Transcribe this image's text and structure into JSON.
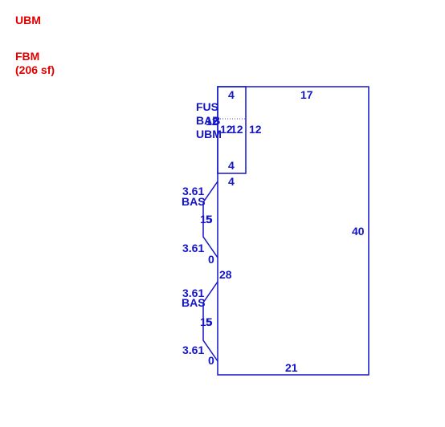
{
  "legend": {
    "ubm": "UBM",
    "fbm": "FBM",
    "fbm_area": "(206 sf)"
  },
  "colors": {
    "legend": "#e00000",
    "drawing": "#1515c8"
  },
  "labels": {
    "top_main": "17",
    "right_main": "40",
    "bottom_main": "21",
    "left_mid": "28",
    "inner_top": "4",
    "inner_bottom_a": "4",
    "inner_bottom_b": "4",
    "inner_right": "12",
    "inner_left_a": "12",
    "inner_left_b": "12",
    "inner_left_c": "12",
    "fus": "FUS",
    "bab": "BAB",
    "ubm_inner": "UBM",
    "bay1_top_dim": "3.61",
    "bay1_bas": "BAS",
    "bay1_depth_a": "15",
    "bay1_depth_b": "5",
    "bay1_bottom_dim": "3.61",
    "bay1_zero": "0",
    "bay2_top_dim": "3.61",
    "bay2_bas": "BAS",
    "bay2_depth_a": "15",
    "bay2_depth_b": "5",
    "bay2_bottom_dim": "3.61",
    "bay2_zero": "0"
  }
}
